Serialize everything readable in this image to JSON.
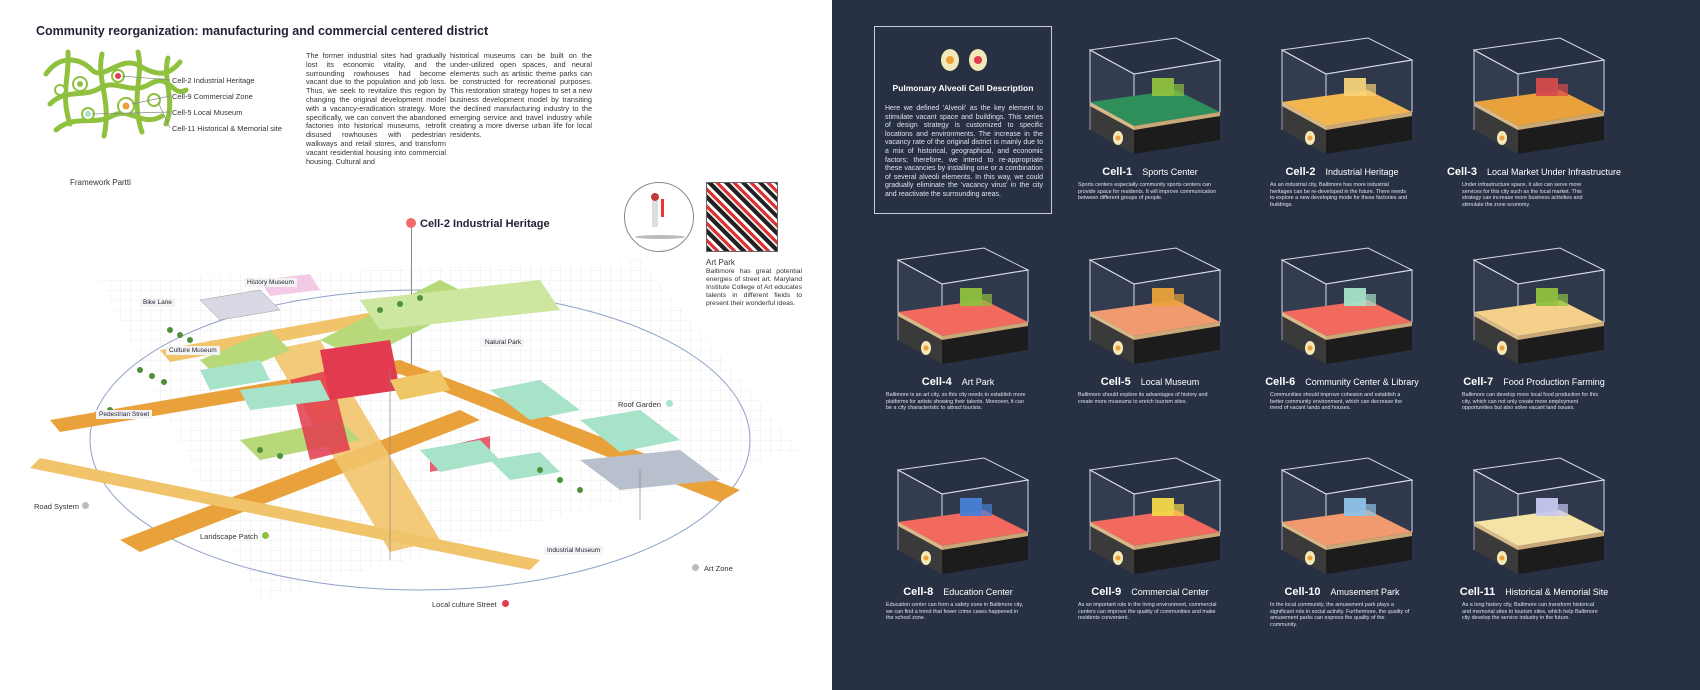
{
  "left": {
    "title": "Community reorganization: manufacturing and commercial centered district",
    "partti": {
      "caption": "Framework Partti",
      "legend": [
        "Cell-2 Industrial Heritage",
        "Cell-9 Commercial Zone",
        "Cell-5 Local Museum",
        "Cell-11 Historical & Memorial site"
      ]
    },
    "intro_col1": "The former industrial sites had gradually lost its economic vitality, and the surrounding rowhouses had become vacant due to the population and job loss. Thus, we seek to revitalize this region by changing the original development model with a vacancy-eradication strategy. More specifically, we can convert the abandoned factories into historical museums, retrofit disused rowhouses with pedestrian walkways and retail stores, and transform vacant residential housing into commercial housing.  Cultural and",
    "intro_col2": "historical museums can be built on the under-utilized open spaces, and neural elements such as artistic theme parks can be constructed for recreational purposes. This restoration strategy hopes to set a new business development model by transiting the declined manufacturing industry to the emerging service and travel industry while creating a more diverse urban life for local residents.",
    "map_title": "Cell-2 Industrial Heritage",
    "art_park": {
      "heading": "Art Park",
      "text": "Baltimore has great potential energies of street art. Maryland Institute College of Art educates talents in different fields to present their wonderful ideas."
    },
    "map_tags": [
      "Bike Lane",
      "History Museum",
      "Culture Museum",
      "Natural Park",
      "Pedestrian Street",
      "Industrial Museum"
    ],
    "callouts": [
      "Roof Garden",
      "Road System",
      "Landscape Patch",
      "Art Zone",
      "Local culture Street"
    ]
  },
  "right": {
    "desc_title": "Pulmonary Alveoli Cell Description",
    "desc_text": "Here we defined 'Alveoli' as the key element to stimulate vacant space and buildings. This series of design strategy is customized to specific locations and environments. The increase in the vacancy rate of the original district is mainly due to a mix of historical, geographical, and economic factors; therefore, we intend to re-appropriate these vacancies by installing one or a combination of several alveoli elements. In this way, we could gradually eliminate the 'vacancy virus' in the city and reactivate the surrounding areas.",
    "cells": [
      {
        "id": "Cell-1",
        "name": "Sports Center",
        "text": "Sports centers especially community sports centers can provide space for residents. It will improve communication between different groups of people."
      },
      {
        "id": "Cell-2",
        "name": "Industrial Heritage",
        "text": "As an industrial city, Baltimore has more industrial heritages can be re-developed in the future. There needs to explore a new developing mode for these factories and buildings."
      },
      {
        "id": "Cell-3",
        "name": "Local Market Under Infrastructure",
        "text": "Under infrastructure space, it also can serve more services for this city such as the local market. This strategy can increase more business activities and stimulate the zone economy."
      },
      {
        "id": "Cell-4",
        "name": "Art Park",
        "text": "Baltimore is an art city, so this city needs to establish more platforms for artists showing their talents. Moreover, it can be a city characteristic to attract tourists."
      },
      {
        "id": "Cell-5",
        "name": "Local Museum",
        "text": "Baltimore should explore its advantages of history and create more museums to enrich tourism sites."
      },
      {
        "id": "Cell-6",
        "name": "Community Center & Library",
        "text": "Communities should improve cohesion and establish a better community environment, which can decrease the trend of vacant lands and houses."
      },
      {
        "id": "Cell-7",
        "name": "Food Production Farming",
        "text": "Baltimore can develop more local food production for this city, which can not only create more employment opportunities but also solve vacant land issues."
      },
      {
        "id": "Cell-8",
        "name": "Education Center",
        "text": "Education center can form a safety zone in Baltimore city, we can find a trend that fewer crime cases happened in the school zone."
      },
      {
        "id": "Cell-9",
        "name": "Commercial Center",
        "text": "As an important role in the living environment, commercial centers can improve the quality of communities and make residents convenient."
      },
      {
        "id": "Cell-10",
        "name": "Amusement Park",
        "text": "In the local community, the amusement park plays a significant role in social activity. Furthermore, the quality of amusement parks can express the quality of the community."
      },
      {
        "id": "Cell-11",
        "name": "Historical & Memorial Site",
        "text": "As a long history city, Baltimore can transform historical and memorial sites to tourism sites, which help Baltimore city develop the service industry in the future."
      }
    ]
  },
  "colors": {
    "panel": "#283044",
    "green": "#8fc13f",
    "orange": "#e9a23b",
    "red": "#e23a4e",
    "mint": "#a7e3c9",
    "pink": "#f26a5d"
  }
}
